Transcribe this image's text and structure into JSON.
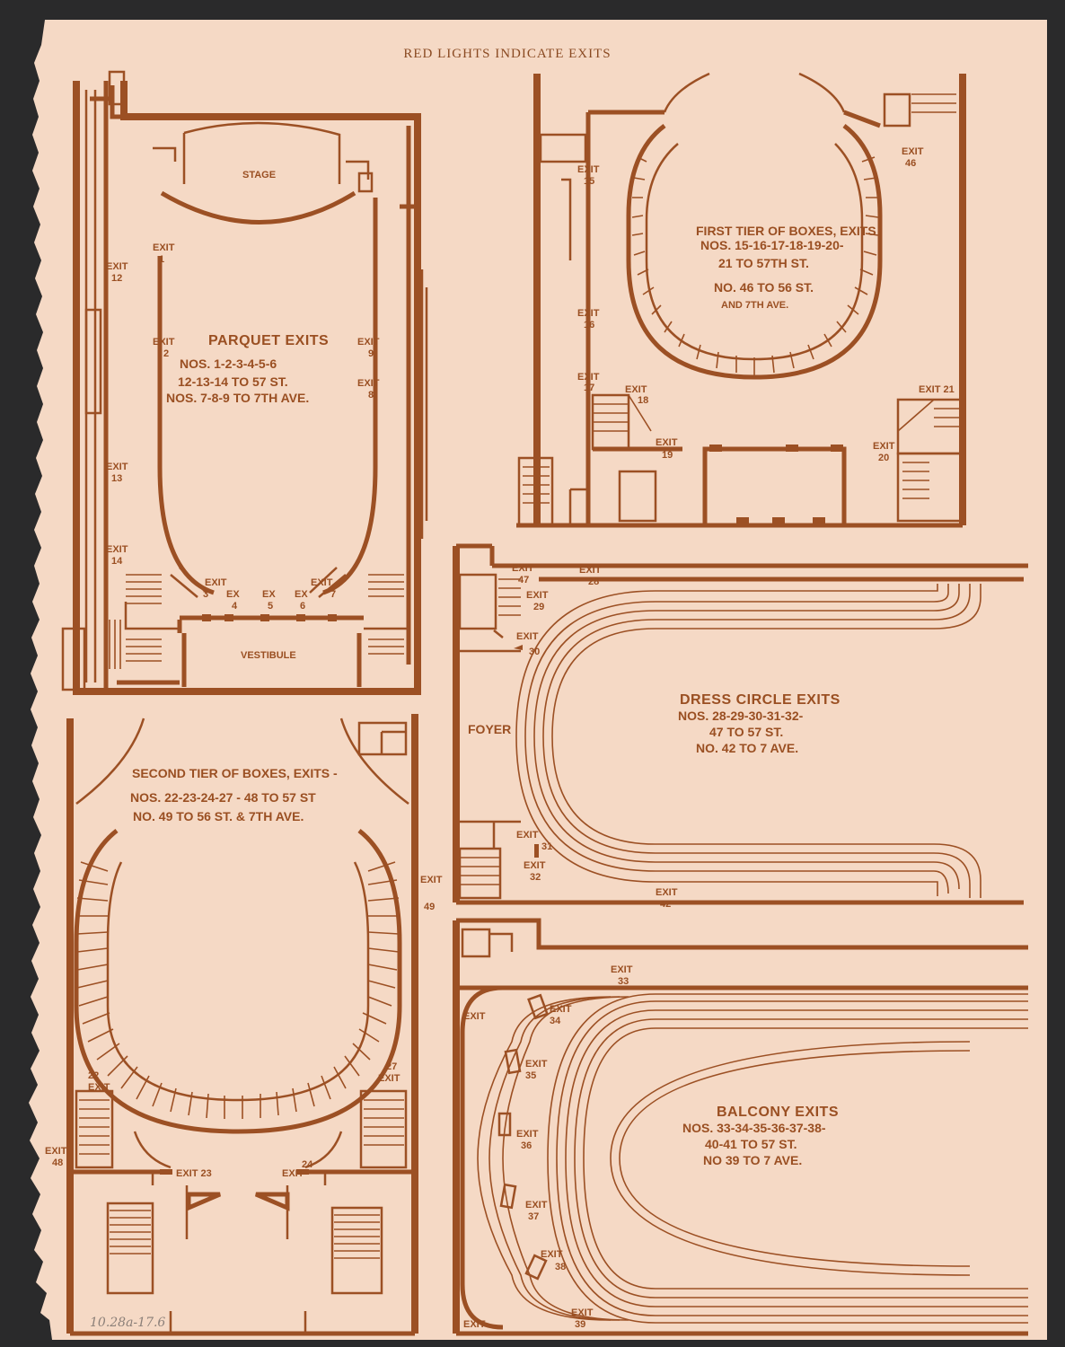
{
  "header": {
    "title": "RED LIGHTS INDICATE EXITS"
  },
  "colors": {
    "paper": "#f5d9c5",
    "ink": "#9c5024",
    "background": "#2a2a2b"
  },
  "plans": {
    "parquet": {
      "stage": "STAGE",
      "vestibule": "VESTIBULE",
      "title": "PARQUET EXITS",
      "line1": "NOS. 1-2-3-4-5-6",
      "line2": "12-13-14 TO 57 ST.",
      "line3": "NOS. 7-8-9 TO 7TH AVE.",
      "exit_word": "EXIT",
      "ex_word": "EX",
      "n1": "1",
      "n2": "2",
      "n3": "3",
      "n4": "4",
      "n5": "5",
      "n6": "6",
      "n7": "7",
      "n8": "8",
      "n9": "9",
      "n12": "12",
      "n13": "13",
      "n14": "14"
    },
    "first_tier": {
      "line1": "FIRST TIER OF BOXES, EXITS",
      "line2": "NOS. 15-16-17-18-19-20-",
      "line3": "21 TO 57TH ST.",
      "line4": "NO. 46 TO 56 ST.",
      "line5": "AND 7TH AVE.",
      "exit_word": "EXIT",
      "n15": "15",
      "n16": "16",
      "n17": "17",
      "n18": "18",
      "n19": "19",
      "n20": "20",
      "exit21": "EXIT 21",
      "n46": "46"
    },
    "dress_circle": {
      "title": "DRESS CIRCLE EXITS",
      "line1": "NOS. 28-29-30-31-32-",
      "line2": "47 TO 57 ST.",
      "line3": "NO. 42 TO 7 AVE.",
      "foyer": "FOYER",
      "exit_word": "EXIT",
      "n28": "28",
      "n29": "29",
      "n30": "30",
      "n31": "31",
      "n32": "32",
      "n42": "42",
      "n47": "47"
    },
    "second_tier": {
      "line1": "SECOND TIER OF BOXES, EXITS -",
      "line2": "NOS. 22-23-24-27 - 48 TO 57 ST",
      "line3": "NO. 49 TO 56 ST. & 7TH AVE.",
      "exit_word": "EXIT",
      "n22": "22",
      "n24": "24",
      "n27": "27",
      "n48": "48",
      "n49": "49",
      "exit23": "EXIT 23"
    },
    "balcony": {
      "title": "BALCONY EXITS",
      "line1": "NOS. 33-34-35-36-37-38-",
      "line2": "40-41 TO 57 ST.",
      "line3": "NO 39 TO 7 AVE.",
      "exit_word": "EXIT",
      "n33": "33",
      "n34": "34",
      "n35": "35",
      "n36": "36",
      "n37": "37",
      "n38": "38",
      "n39": "39"
    }
  },
  "annotation": {
    "pencil": "10.28a-17.6"
  }
}
